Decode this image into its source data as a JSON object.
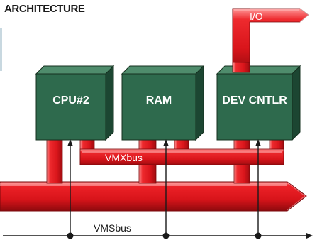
{
  "title": "ARCHITECTURE",
  "modules": {
    "cpu": "CPU#2",
    "ram": "RAM",
    "dev": "DEV CNTLR"
  },
  "buses": {
    "io": "I/O",
    "vmx": "VMXbus",
    "vms": "VMSbus"
  },
  "colors": {
    "box_front": "#2e6a4d",
    "box_top": "#4f8c6c",
    "box_side": "#1c4632",
    "pipe": "#e21e22",
    "pipe_shadow": "#a10d12",
    "pipe_highlight": "#ff8c8c"
  }
}
